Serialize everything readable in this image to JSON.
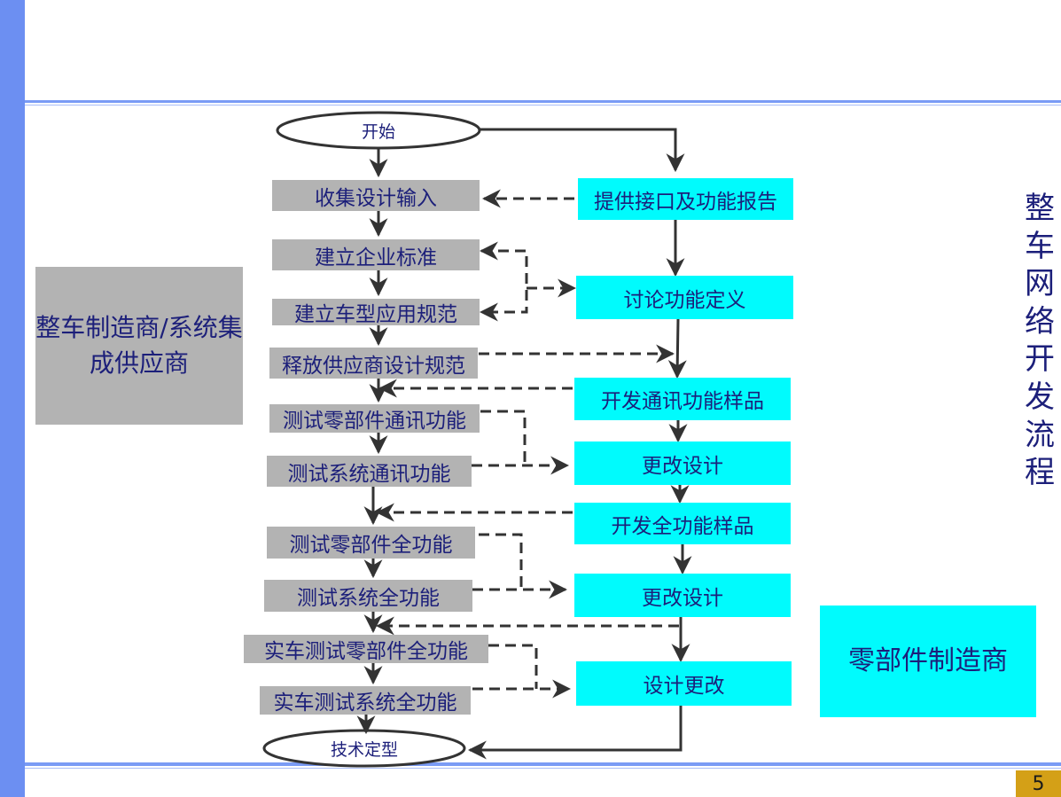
{
  "flow": {
    "start": "开始",
    "end": "技术定型",
    "left_steps": [
      "收集设计输入",
      "建立企业标准",
      "建立车型应用规范",
      "释放供应商设计规范",
      "测试零部件通讯功能",
      "测试系统通讯功能",
      "测试零部件全功能",
      "测试系统全功能",
      "实车测试零部件全功能",
      "实车测试系统全功能"
    ],
    "right_steps": [
      "提供接口及功能报告",
      "讨论功能定义",
      "开发通讯功能样品",
      "更改设计",
      "开发全功能样品",
      "更改设计",
      "设计更改"
    ]
  },
  "roles": {
    "oem": "整车制造商/系统集成供应商",
    "supplier": "零部件制造商"
  },
  "vertical_title": [
    "整",
    "车",
    "网",
    "络",
    "开",
    "发",
    "流",
    "程"
  ],
  "page_number": "5",
  "colors": {
    "accent_blue": "#6c8ff2",
    "gray_box": "#b3b3b3",
    "cyan_box": "#00fbfd",
    "text": "#1c1f7a",
    "page_badge": "#d4a017"
  }
}
